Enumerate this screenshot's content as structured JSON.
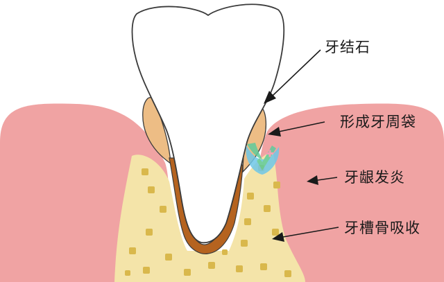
{
  "labels": {
    "calculus": "牙结石",
    "pocket": "形成牙周袋",
    "gingivitis": "牙龈发炎",
    "bone_resorption": "牙槽骨吸收"
  },
  "colors": {
    "gum": "#f0a3a3",
    "bone": "#f4e4a9",
    "bone_speckle": "#d9b84c",
    "tooth": "#ffffff",
    "root_canal": "#b5631f",
    "calculus": "#edbd85",
    "outline": "#3a3a3a",
    "logo_green": "#5fcc9c",
    "logo_blue": "#6fc7e8",
    "logo_pink": "#f39ab7"
  }
}
